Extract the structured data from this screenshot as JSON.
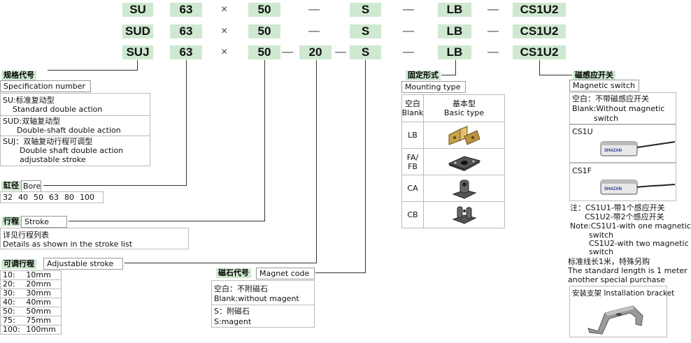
{
  "rows": [
    {
      "series": "SU",
      "bore": "63",
      "x": "×",
      "stroke": "50",
      "d1": "—",
      "adj": "",
      "d2": "",
      "magnet": "S",
      "d3": "—",
      "mount": "LB",
      "d4": "—",
      "switch": "CS1U2"
    },
    {
      "series": "SUD",
      "bore": "63",
      "x": "×",
      "stroke": "50",
      "d1": "—",
      "adj": "",
      "d2": "",
      "magnet": "S",
      "d3": "—",
      "mount": "LB",
      "d4": "—",
      "switch": "CS1U2"
    },
    {
      "series": "SUJ",
      "bore": "63",
      "x": "×",
      "stroke": "50",
      "d1": "—",
      "adj": "20",
      "d2": "—",
      "magnet": "S",
      "d3": "—",
      "mount": "LB",
      "d4": "—",
      "switch": "CS1U2"
    }
  ],
  "spec": {
    "tag": "规格代号",
    "label": "Specification number",
    "items": [
      {
        "cn": "SU:标准复动型",
        "en": "Standard double action"
      },
      {
        "cn": "SUD:双轴复动型",
        "en": "Double-shaft double action"
      },
      {
        "cn": "SUJ：双轴复动行程可调型",
        "en": "Double shaft double action",
        "en2": "adjustable stroke"
      }
    ]
  },
  "bore": {
    "tag": "缸径",
    "label": "Bore",
    "values": [
      "32",
      "40",
      "50",
      "63",
      "80",
      "100"
    ]
  },
  "stroke": {
    "tag": "行程",
    "label": "Stroke",
    "cn": "详见行程列表",
    "en": "Details as shown in the stroke list"
  },
  "adjustable": {
    "tag": "可调行程",
    "label": "Adjustable stroke",
    "rows": [
      {
        "code": "10:",
        "val": "10mm"
      },
      {
        "code": "20:",
        "val": "20mm"
      },
      {
        "code": "30:",
        "val": "30mm"
      },
      {
        "code": "40:",
        "val": "40mm"
      },
      {
        "code": "50:",
        "val": "50mm"
      },
      {
        "code": "75:",
        "val": "75mm"
      },
      {
        "code": "100:",
        "val": "100mm"
      }
    ]
  },
  "magnet": {
    "tag": "磁石代号",
    "label": "Magnet code",
    "blank_cn": "空白：不附磁石",
    "blank_en": "Blank:without magent",
    "s_cn": "S：附磁石",
    "s_en": "S:magent"
  },
  "mounting": {
    "tag": "固定形式",
    "label": "Mounting type",
    "head_code_cn": "空白",
    "head_code_en": "Blank",
    "head_desc_cn": "基本型",
    "head_desc_en": "Basic type",
    "rows": [
      {
        "code": "LB",
        "icon": "lb-bracket-icon"
      },
      {
        "code": "FA/\nFB",
        "icon": "flange-plate-icon"
      },
      {
        "code": "CA",
        "icon": "clevis-ca-icon"
      },
      {
        "code": "CB",
        "icon": "clevis-cb-icon"
      }
    ]
  },
  "switch": {
    "tag": "磁感应开关",
    "label": "Magnetic switch",
    "blank_cn": "空白：不带磁感应开关",
    "blank_en": "Blank:Without magnetic",
    "blank_en2": "switch",
    "cs1u": "CS1U",
    "cs1f": "CS1F",
    "sensor_brand": "SHAZAN",
    "note_lines": [
      "注：CS1U1-带1个感应开关",
      "CS1U2-带2个感应开关",
      "Note:CS1U1-with one magnetic",
      "switch",
      "CS1U2-with two magnetic",
      "switch",
      "标准线长1米，特殊另购",
      "The standard length is 1 meter",
      "another special purchase"
    ],
    "bracket": "安装支架 Installation bracket"
  },
  "colors": {
    "code_bg": "#cfe8d0",
    "line": "#333333",
    "border": "#bbbbbb"
  }
}
